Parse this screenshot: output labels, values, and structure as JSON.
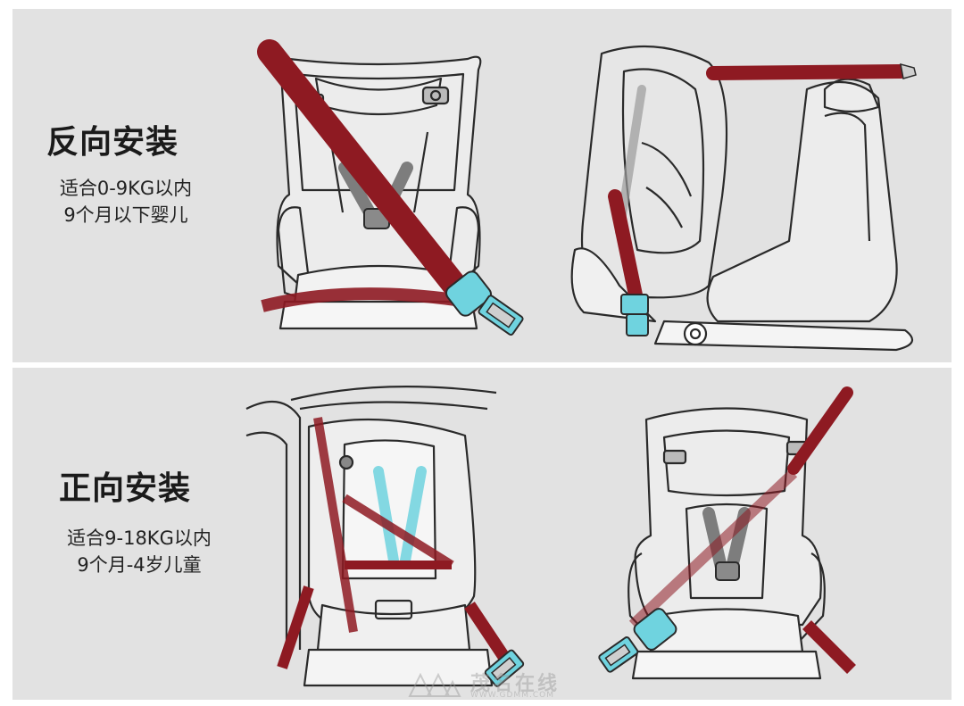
{
  "sections": [
    {
      "title": "反向安装",
      "line1": "适合0-9KG以内",
      "line2": "9个月以下婴儿"
    },
    {
      "title": "正向安装",
      "line1": "适合9-18KG以内",
      "line2": "9个月-4岁儿童"
    }
  ],
  "watermark": {
    "text": "茂名在线",
    "url": "WWW.GDMM.COM"
  },
  "colors": {
    "panel": "#e2e2e2",
    "belt": "#8e1a22",
    "buckle": "#6fd3df",
    "outline": "#2a2a2a"
  },
  "icons": [
    "rear-facing-seat-front-view",
    "rear-facing-seat-side-view",
    "forward-facing-seat-in-car-view",
    "forward-facing-seat-front-view"
  ]
}
